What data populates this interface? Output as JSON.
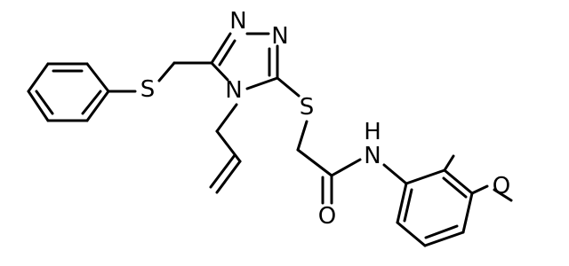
{
  "colors": {
    "background": "#ffffff",
    "bonds": "#000000",
    "labels": "#000000"
  },
  "atoms": {
    "triazole_n1": "N",
    "triazole_n2": "N",
    "triazole_n4": "N",
    "thioether_s_left": "S",
    "thioether_s_right": "S",
    "amide_n": "N",
    "amide_h": "H",
    "carbonyl_o": "O",
    "methoxy_o": "O"
  }
}
